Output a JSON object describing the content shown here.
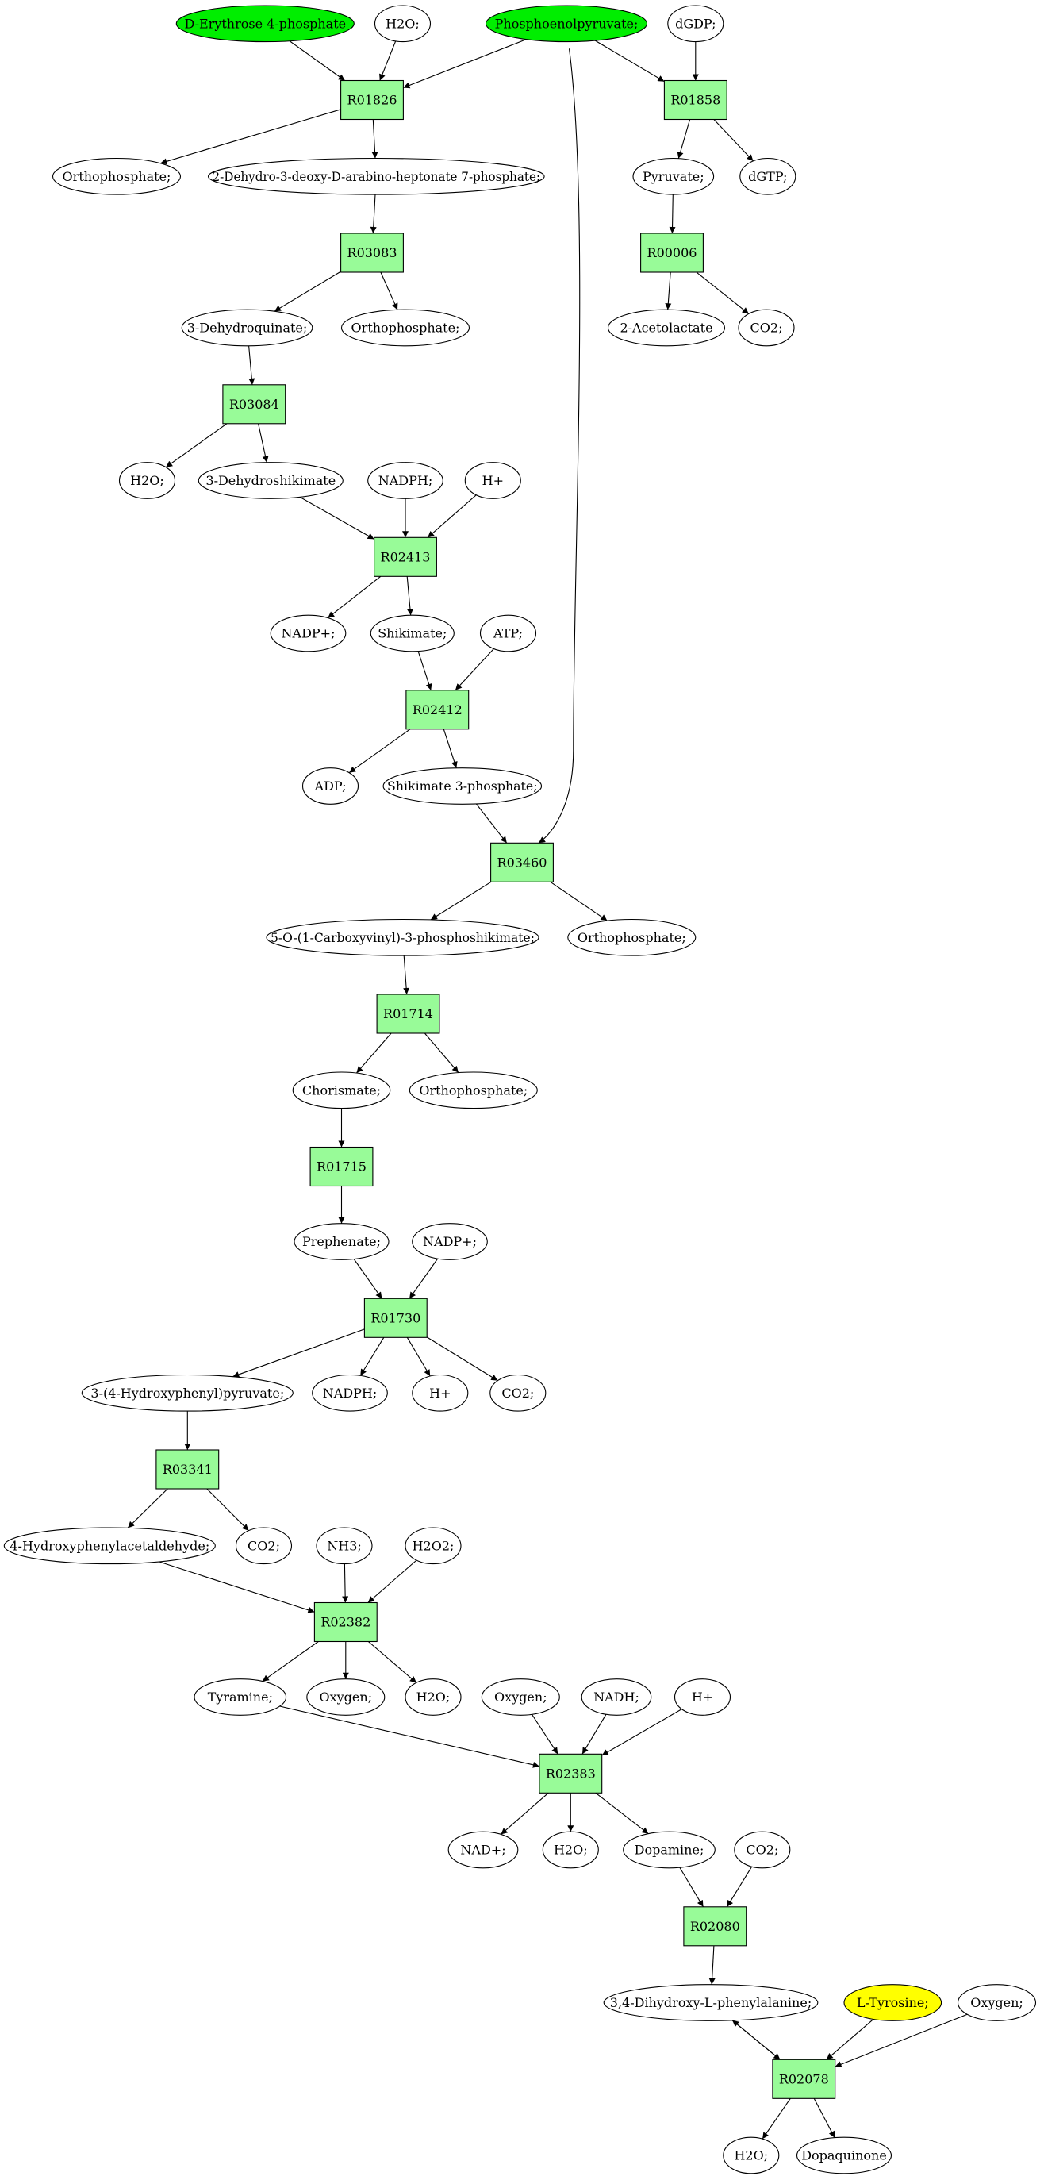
{
  "colors": {
    "reaction_fill": "#98fb98",
    "start_fill": "#00ee00",
    "target_fill": "#ffff00",
    "compound_fill": "#ffffff",
    "stroke": "#000000"
  },
  "nodes": [
    {
      "id": "c_erythrose",
      "kind": "compound",
      "label": "D-Erythrose 4-phosphate",
      "fill": "start"
    },
    {
      "id": "c_h2o_1",
      "kind": "compound",
      "label": "H2O;"
    },
    {
      "id": "c_pep",
      "kind": "compound",
      "label": "Phosphoenolpyruvate;",
      "fill": "start"
    },
    {
      "id": "c_dgdp",
      "kind": "compound",
      "label": "dGDP;"
    },
    {
      "id": "r_R01826",
      "kind": "reaction",
      "label": "R01826"
    },
    {
      "id": "r_R01858",
      "kind": "reaction",
      "label": "R01858"
    },
    {
      "id": "c_orthophosphate_1",
      "kind": "compound",
      "label": "Orthophosphate;"
    },
    {
      "id": "c_dahp",
      "kind": "compound",
      "label": "2-Dehydro-3-deoxy-D-arabino-heptonate 7-phosphate;"
    },
    {
      "id": "c_pyruvate",
      "kind": "compound",
      "label": "Pyruvate;"
    },
    {
      "id": "c_dgtp",
      "kind": "compound",
      "label": "dGTP;"
    },
    {
      "id": "r_R03083",
      "kind": "reaction",
      "label": "R03083"
    },
    {
      "id": "r_R00006",
      "kind": "reaction",
      "label": "R00006"
    },
    {
      "id": "c_dehydroquinate",
      "kind": "compound",
      "label": "3-Dehydroquinate;"
    },
    {
      "id": "c_orthophosphate_2",
      "kind": "compound",
      "label": "Orthophosphate;"
    },
    {
      "id": "c_acetolactate",
      "kind": "compound",
      "label": "2-Acetolactate"
    },
    {
      "id": "c_co2_1",
      "kind": "compound",
      "label": "CO2;"
    },
    {
      "id": "r_R03084",
      "kind": "reaction",
      "label": "R03084"
    },
    {
      "id": "c_h2o_2",
      "kind": "compound",
      "label": "H2O;"
    },
    {
      "id": "c_dehydroshikimate",
      "kind": "compound",
      "label": "3-Dehydroshikimate"
    },
    {
      "id": "c_nadph_1",
      "kind": "compound",
      "label": "NADPH;"
    },
    {
      "id": "c_hplus_1",
      "kind": "compound",
      "label": "H+"
    },
    {
      "id": "r_R02413",
      "kind": "reaction",
      "label": "R02413"
    },
    {
      "id": "c_nadpplus_1",
      "kind": "compound",
      "label": "NADP+;"
    },
    {
      "id": "c_shikimate",
      "kind": "compound",
      "label": "Shikimate;"
    },
    {
      "id": "c_atp",
      "kind": "compound",
      "label": "ATP;"
    },
    {
      "id": "r_R02412",
      "kind": "reaction",
      "label": "R02412"
    },
    {
      "id": "c_adp",
      "kind": "compound",
      "label": "ADP;"
    },
    {
      "id": "c_shikimate3p",
      "kind": "compound",
      "label": "Shikimate 3-phosphate;"
    },
    {
      "id": "r_R03460",
      "kind": "reaction",
      "label": "R03460"
    },
    {
      "id": "c_epsp",
      "kind": "compound",
      "label": "5-O-(1-Carboxyvinyl)-3-phosphoshikimate;"
    },
    {
      "id": "c_orthophosphate_3",
      "kind": "compound",
      "label": "Orthophosphate;"
    },
    {
      "id": "r_R01714",
      "kind": "reaction",
      "label": "R01714"
    },
    {
      "id": "c_chorismate",
      "kind": "compound",
      "label": "Chorismate;"
    },
    {
      "id": "c_orthophosphate_4",
      "kind": "compound",
      "label": "Orthophosphate;"
    },
    {
      "id": "r_R01715",
      "kind": "reaction",
      "label": "R01715"
    },
    {
      "id": "c_prephenate",
      "kind": "compound",
      "label": "Prephenate;"
    },
    {
      "id": "c_nadpplus_2",
      "kind": "compound",
      "label": "NADP+;"
    },
    {
      "id": "r_R01730",
      "kind": "reaction",
      "label": "R01730"
    },
    {
      "id": "c_hpp",
      "kind": "compound",
      "label": "3-(4-Hydroxyphenyl)pyruvate;"
    },
    {
      "id": "c_nadph_2",
      "kind": "compound",
      "label": "NADPH;"
    },
    {
      "id": "c_hplus_2",
      "kind": "compound",
      "label": "H+"
    },
    {
      "id": "c_co2_2",
      "kind": "compound",
      "label": "CO2;"
    },
    {
      "id": "r_R03341",
      "kind": "reaction",
      "label": "R03341"
    },
    {
      "id": "c_hpaa",
      "kind": "compound",
      "label": "4-Hydroxyphenylacetaldehyde;"
    },
    {
      "id": "c_co2_3",
      "kind": "compound",
      "label": "CO2;"
    },
    {
      "id": "c_nh3",
      "kind": "compound",
      "label": "NH3;"
    },
    {
      "id": "c_h2o2",
      "kind": "compound",
      "label": "H2O2;"
    },
    {
      "id": "r_R02382",
      "kind": "reaction",
      "label": "R02382"
    },
    {
      "id": "c_tyramine",
      "kind": "compound",
      "label": "Tyramine;"
    },
    {
      "id": "c_oxygen_1",
      "kind": "compound",
      "label": "Oxygen;"
    },
    {
      "id": "c_h2o_3",
      "kind": "compound",
      "label": "H2O;"
    },
    {
      "id": "c_oxygen_2",
      "kind": "compound",
      "label": "Oxygen;"
    },
    {
      "id": "c_nadh",
      "kind": "compound",
      "label": "NADH;"
    },
    {
      "id": "c_hplus_3",
      "kind": "compound",
      "label": "H+"
    },
    {
      "id": "r_R02383",
      "kind": "reaction",
      "label": "R02383"
    },
    {
      "id": "c_nadplus",
      "kind": "compound",
      "label": "NAD+;"
    },
    {
      "id": "c_h2o_4",
      "kind": "compound",
      "label": "H2O;"
    },
    {
      "id": "c_dopamine",
      "kind": "compound",
      "label": "Dopamine;"
    },
    {
      "id": "c_co2_4",
      "kind": "compound",
      "label": "CO2;"
    },
    {
      "id": "r_R02080",
      "kind": "reaction",
      "label": "R02080"
    },
    {
      "id": "c_ldopa",
      "kind": "compound",
      "label": "3,4-Dihydroxy-L-phenylalanine;"
    },
    {
      "id": "c_ltyrosine",
      "kind": "compound",
      "label": "L-Tyrosine;",
      "fill": "target"
    },
    {
      "id": "c_oxygen_3",
      "kind": "compound",
      "label": "Oxygen;"
    },
    {
      "id": "r_R02078",
      "kind": "reaction",
      "label": "R02078"
    },
    {
      "id": "c_h2o_5",
      "kind": "compound",
      "label": "H2O;"
    },
    {
      "id": "c_dopaquinone",
      "kind": "compound",
      "label": "Dopaquinone"
    }
  ],
  "edges": [
    {
      "from": "c_erythrose",
      "to": "r_R01826"
    },
    {
      "from": "c_h2o_1",
      "to": "r_R01826"
    },
    {
      "from": "c_pep",
      "to": "r_R01826"
    },
    {
      "from": "c_pep",
      "to": "r_R01858"
    },
    {
      "from": "c_pep",
      "to": "r_R03460"
    },
    {
      "from": "c_dgdp",
      "to": "r_R01858"
    },
    {
      "from": "r_R01826",
      "to": "c_orthophosphate_1"
    },
    {
      "from": "r_R01826",
      "to": "c_dahp"
    },
    {
      "from": "r_R01858",
      "to": "c_pyruvate"
    },
    {
      "from": "r_R01858",
      "to": "c_dgtp"
    },
    {
      "from": "c_dahp",
      "to": "r_R03083"
    },
    {
      "from": "c_pyruvate",
      "to": "r_R00006"
    },
    {
      "from": "r_R03083",
      "to": "c_dehydroquinate"
    },
    {
      "from": "r_R03083",
      "to": "c_orthophosphate_2"
    },
    {
      "from": "r_R00006",
      "to": "c_acetolactate"
    },
    {
      "from": "r_R00006",
      "to": "c_co2_1"
    },
    {
      "from": "c_dehydroquinate",
      "to": "r_R03084"
    },
    {
      "from": "r_R03084",
      "to": "c_h2o_2"
    },
    {
      "from": "r_R03084",
      "to": "c_dehydroshikimate"
    },
    {
      "from": "c_dehydroshikimate",
      "to": "r_R02413"
    },
    {
      "from": "c_nadph_1",
      "to": "r_R02413"
    },
    {
      "from": "c_hplus_1",
      "to": "r_R02413"
    },
    {
      "from": "r_R02413",
      "to": "c_nadpplus_1"
    },
    {
      "from": "r_R02413",
      "to": "c_shikimate"
    },
    {
      "from": "c_shikimate",
      "to": "r_R02412"
    },
    {
      "from": "c_atp",
      "to": "r_R02412"
    },
    {
      "from": "r_R02412",
      "to": "c_adp"
    },
    {
      "from": "r_R02412",
      "to": "c_shikimate3p"
    },
    {
      "from": "c_shikimate3p",
      "to": "r_R03460"
    },
    {
      "from": "r_R03460",
      "to": "c_epsp"
    },
    {
      "from": "r_R03460",
      "to": "c_orthophosphate_3"
    },
    {
      "from": "c_epsp",
      "to": "r_R01714"
    },
    {
      "from": "r_R01714",
      "to": "c_chorismate"
    },
    {
      "from": "r_R01714",
      "to": "c_orthophosphate_4"
    },
    {
      "from": "c_chorismate",
      "to": "r_R01715"
    },
    {
      "from": "r_R01715",
      "to": "c_prephenate"
    },
    {
      "from": "c_prephenate",
      "to": "r_R01730"
    },
    {
      "from": "c_nadpplus_2",
      "to": "r_R01730"
    },
    {
      "from": "r_R01730",
      "to": "c_hpp"
    },
    {
      "from": "r_R01730",
      "to": "c_nadph_2"
    },
    {
      "from": "r_R01730",
      "to": "c_hplus_2"
    },
    {
      "from": "r_R01730",
      "to": "c_co2_2"
    },
    {
      "from": "c_hpp",
      "to": "r_R03341"
    },
    {
      "from": "r_R03341",
      "to": "c_hpaa"
    },
    {
      "from": "r_R03341",
      "to": "c_co2_3"
    },
    {
      "from": "c_hpaa",
      "to": "r_R02382"
    },
    {
      "from": "c_nh3",
      "to": "r_R02382"
    },
    {
      "from": "c_h2o2",
      "to": "r_R02382"
    },
    {
      "from": "r_R02382",
      "to": "c_tyramine"
    },
    {
      "from": "r_R02382",
      "to": "c_oxygen_1"
    },
    {
      "from": "r_R02382",
      "to": "c_h2o_3"
    },
    {
      "from": "c_tyramine",
      "to": "r_R02383"
    },
    {
      "from": "c_oxygen_2",
      "to": "r_R02383"
    },
    {
      "from": "c_nadh",
      "to": "r_R02383"
    },
    {
      "from": "c_hplus_3",
      "to": "r_R02383"
    },
    {
      "from": "r_R02383",
      "to": "c_nadplus"
    },
    {
      "from": "r_R02383",
      "to": "c_h2o_4"
    },
    {
      "from": "r_R02383",
      "to": "c_dopamine"
    },
    {
      "from": "c_dopamine",
      "to": "r_R02080"
    },
    {
      "from": "c_co2_4",
      "to": "r_R02080"
    },
    {
      "from": "r_R02080",
      "to": "c_ldopa"
    },
    {
      "from": "c_ldopa",
      "to": "r_R02078"
    },
    {
      "from": "c_ltyrosine",
      "to": "r_R02078"
    },
    {
      "from": "c_oxygen_3",
      "to": "r_R02078"
    },
    {
      "from": "r_R02078",
      "to": "c_ldopa"
    },
    {
      "from": "r_R02078",
      "to": "c_h2o_5"
    },
    {
      "from": "r_R02078",
      "to": "c_dopaquinone"
    }
  ]
}
